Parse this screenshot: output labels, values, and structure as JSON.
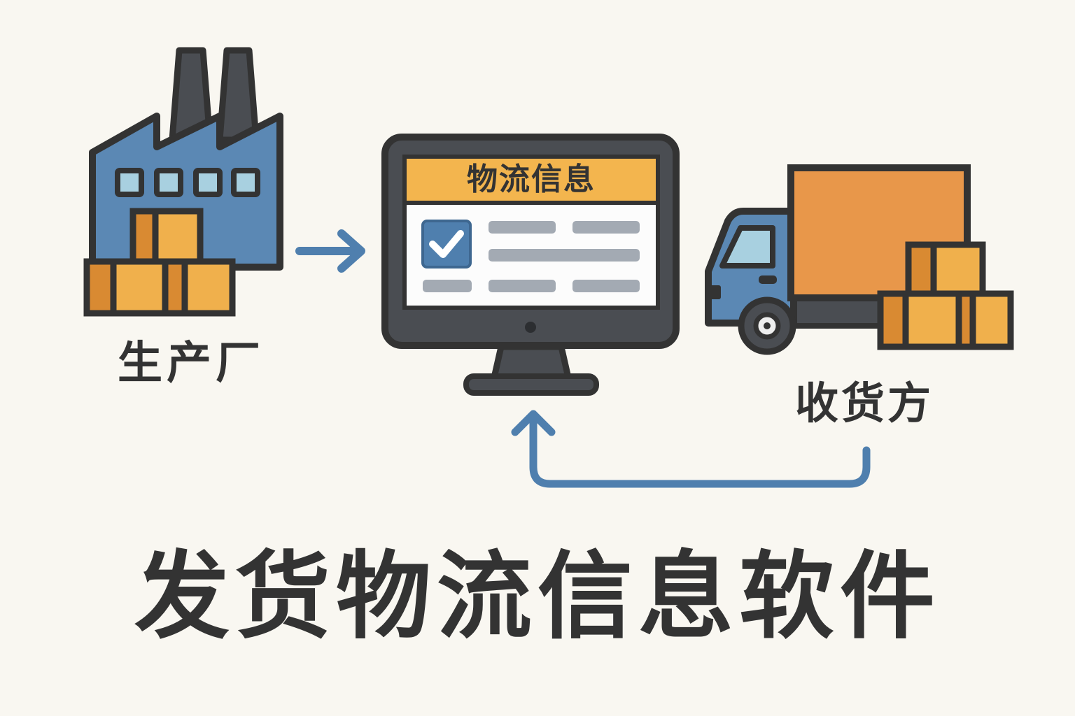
{
  "title": "发货物流信息软件",
  "nodes": {
    "factory": {
      "label": "生产厂",
      "icon": "factory-icon"
    },
    "software": {
      "screen_title": "物流信息",
      "icon": "monitor-icon"
    },
    "receiver": {
      "label": "收货方",
      "icon": "truck-icon"
    }
  },
  "flows": [
    {
      "from": "factory",
      "to": "software"
    },
    {
      "from": "receiver",
      "to": "software"
    }
  ],
  "colors": {
    "background": "#f9f7f1",
    "outline": "#333333",
    "factory_blue": "#5b88b4",
    "box_yellow": "#f0b04c",
    "box_shade": "#d98a32",
    "truck_orange": "#e8974a",
    "screen_header": "#f3b54e",
    "arrow_blue": "#4f7fae",
    "placeholder_gray": "#a3aab3"
  }
}
